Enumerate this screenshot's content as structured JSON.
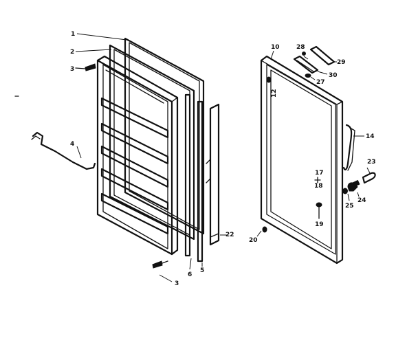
{
  "diagram": {
    "callouts": {
      "c1": "1",
      "c2": "2",
      "c3a": "3",
      "c4": "4",
      "c3b": "3",
      "c6": "6",
      "c5": "5",
      "c22": "22",
      "c10": "10",
      "c12": "12",
      "c28": "28",
      "c29": "29",
      "c30": "30",
      "c27": "27",
      "c14": "14",
      "c23": "23",
      "c17": "17",
      "c18": "18",
      "c24": "24",
      "c25": "25",
      "c19": "19",
      "c20": "20"
    }
  }
}
